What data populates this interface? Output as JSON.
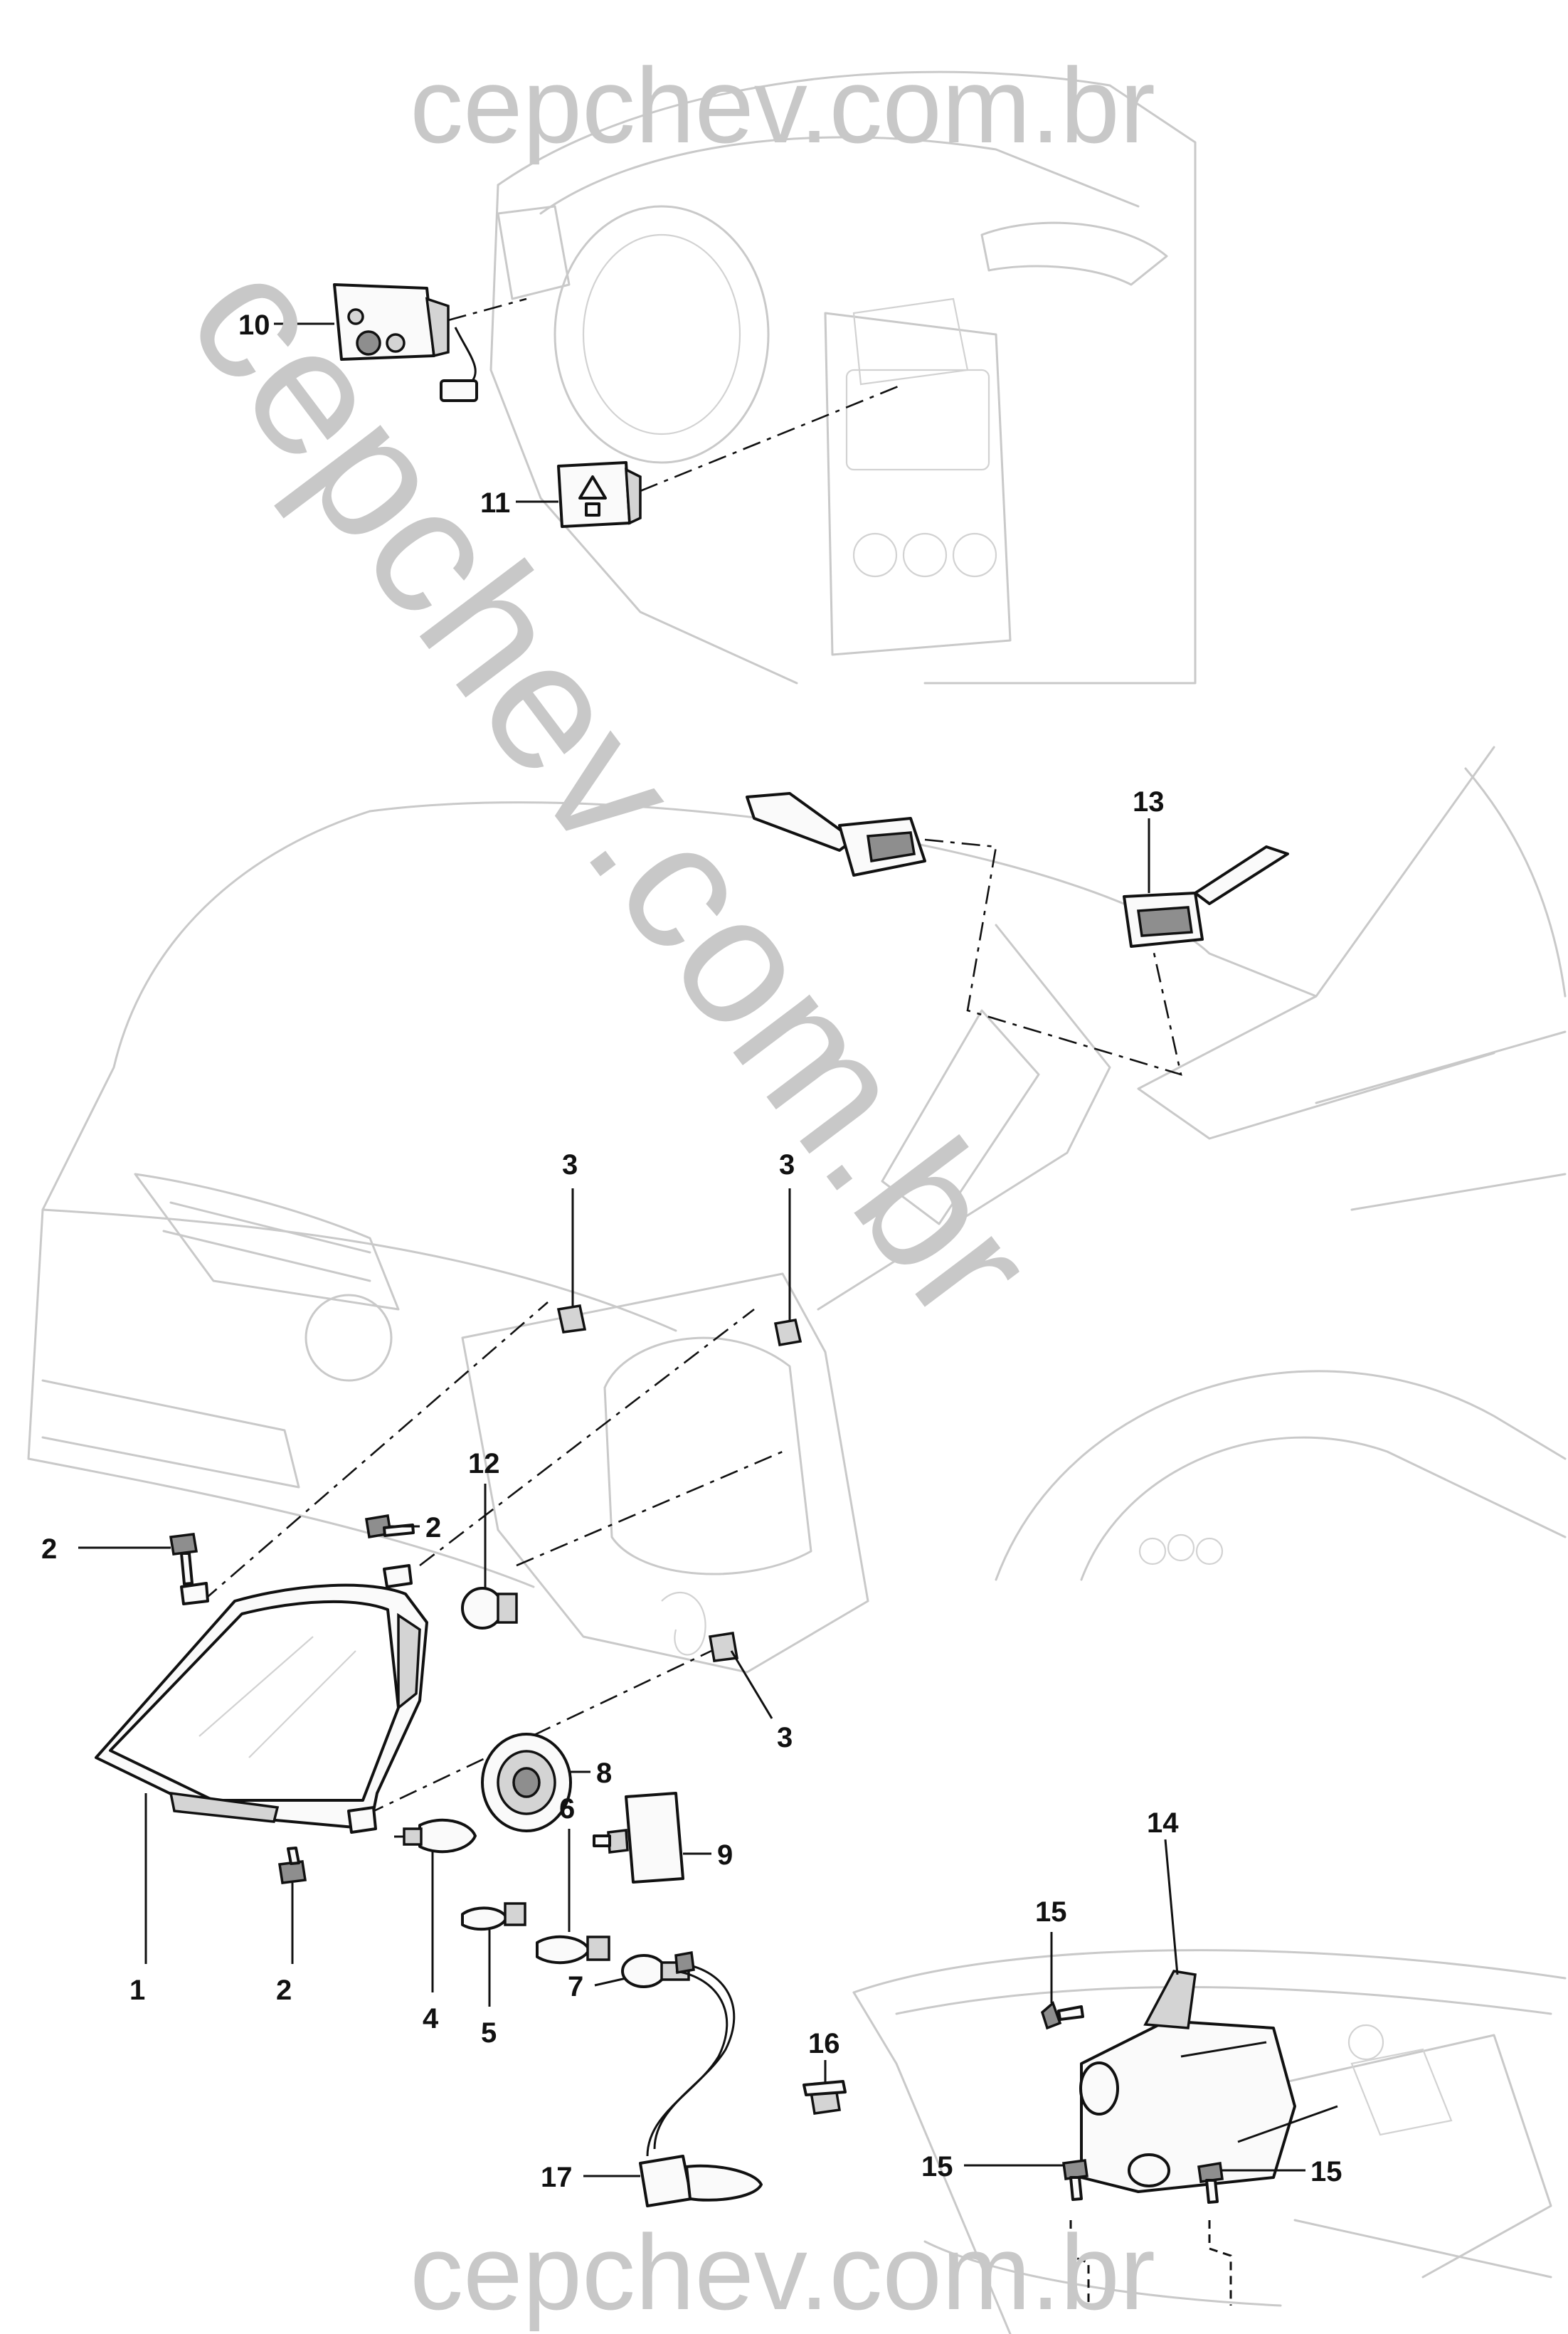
{
  "watermarks": {
    "top": "cepchev.com.br",
    "diagonal": "cepchev.com.br",
    "bottom": "cepchev.com.br"
  },
  "callouts": {
    "c1": "1",
    "c2a": "2",
    "c2b": "2",
    "c2c": "2",
    "c3a": "3",
    "c3b": "3",
    "c3c": "3",
    "c4": "4",
    "c5": "5",
    "c6": "6",
    "c7": "7",
    "c8": "8",
    "c9": "9",
    "c10": "10",
    "c11": "11",
    "c12": "12",
    "c13": "13",
    "c14": "14",
    "c15a": "15",
    "c15b": "15",
    "c15c": "15",
    "c16": "16",
    "c17": "17"
  },
  "colors": {
    "ink": "#111111",
    "ghost_line": "#c9c9c9",
    "watermark": "#c8c8c8"
  }
}
